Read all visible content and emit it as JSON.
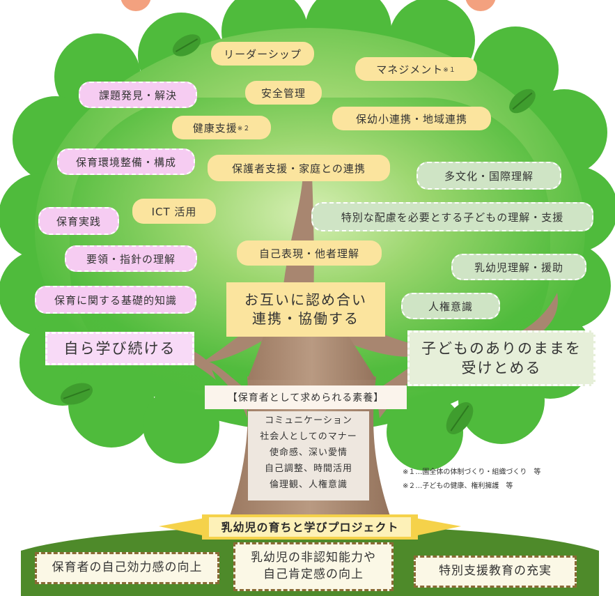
{
  "competencies": {
    "leadership": "リーダーシップ",
    "management": "マネジメント",
    "management_note": "※１",
    "problem_solving": "課題発見・解決",
    "safety": "安全管理",
    "health": "健康支援",
    "health_note": "※２",
    "kindergarten_link": "保幼小連携・地域連携",
    "environment": "保育環境整備・構成",
    "parent_support": "保護者支援・家庭との連携",
    "multicultural": "多文化・国際理解",
    "ict": "ICT 活用",
    "practice": "保育実践",
    "special_needs": "特別な配慮を必要とする子どもの理解・支援",
    "guidelines": "要領・指針の理解",
    "self_expression": "自己表現・他者理解",
    "infant_understanding": "乳幼児理解・援助",
    "basic_knowledge": "保育に関する基礎的知識",
    "human_rights": "人権意識"
  },
  "core": {
    "collaborate_line1": "お互いに認め合い",
    "collaborate_line2": "連携・協働する",
    "keep_learning": "自ら学び続ける",
    "accept_line1": "子どものありのままを",
    "accept_line2": "受けとめる"
  },
  "qualities": {
    "title": "【保育者として求められる素養】",
    "items": [
      "コミュニケーション",
      "社会人としてのマナー",
      "使命感、深い愛情",
      "自己調整、時間活用",
      "倫理観、人権意識"
    ]
  },
  "notes": {
    "note1": "※１…園全体の体制づくり・組織づくり　等",
    "note2": "※２…子どもの健康、権利擁護　等"
  },
  "project": {
    "banner": "乳幼児の育ちと学びプロジェクト",
    "outcome1": "保育者の自己効力感の向上",
    "outcome2_line1": "乳幼児の非認知能力や",
    "outcome2_line2": "自己肯定感の向上",
    "outcome3": "特別支援教育の充実"
  },
  "colors": {
    "canopy": "#5cc247",
    "canopy_light": "#c4e6a0",
    "trunk": "#b08d74",
    "trunk_dark": "#8f6d56",
    "orange_label": "#fbe49e",
    "pink_label": "#f6ccf2",
    "green_label": "#cfe4c5",
    "ground": "#4e8a2a",
    "banner": "#f5d24a",
    "bottom_border": "#8a6a36"
  }
}
